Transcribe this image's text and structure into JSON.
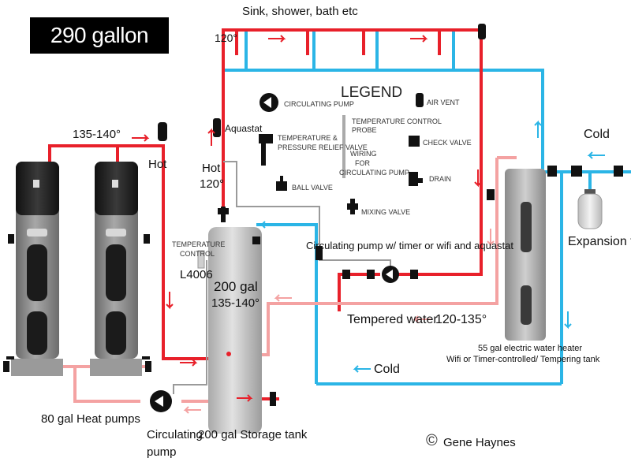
{
  "title": "290 gallon system",
  "labels": {
    "fixtures": "Sink, shower, bath etc",
    "temp_120_top": "120°",
    "temp_hp_out": "135-140°",
    "hot_hp": "Hot",
    "aquastat": "Aquastat",
    "hot_120_left": "Hot",
    "hot_120_val": "120°",
    "cold_right": "Cold",
    "expansion_tank": "Expansion tank",
    "temp_control_1": "TEMPERATURE",
    "temp_control_2": "CONTROL",
    "l4006": "L4006",
    "storage_gal": "200 gal",
    "storage_temp": "135-140°",
    "circ_pump_wifi": "Circulating pump w/ timer or wifi and aquastat",
    "tempered_water": "Tempered water",
    "tempered_temp": "120-135°",
    "cold_bottom": "Cold",
    "electric_heater_1": "55 gal electric water heater",
    "electric_heater_2": "Wifi or Timer-controlled/ Tempering tank",
    "heat_pumps": "80 gal Heat pumps",
    "circ_pump_1": "Circulating",
    "circ_pump_2": "pump",
    "storage_tank": "200 gal Storage tank",
    "copyright": "©",
    "author": "Gene Haynes"
  },
  "legend": {
    "title": "LEGEND",
    "items": {
      "circulating_pump": "CIRCULATING PUMP",
      "trv_1": "TEMPERATURE &",
      "trv_2": "PRESSURE RELIEF VALVE",
      "ball_valve": "BALL VALVE",
      "mixing_valve": "MIXING VALVE",
      "probe_1": "TEMPERATURE CONTROL",
      "probe_2": "PROBE",
      "wiring_1": "WIRING",
      "wiring_2": "FOR",
      "wiring_3": "CIRCULATING PUMP",
      "air_vent": "AIR VENT",
      "check_valve": "CHECK VALVE",
      "drain": "DRAIN"
    }
  },
  "colors": {
    "hot": "#e8202a",
    "cold": "#2bb5e6",
    "tempered": "#f4a2a2",
    "tank_body": "#c9c9c9",
    "heat_pump_top": "#1b1b1b",
    "heat_pump_body": "#8a8a8a",
    "valve": "#1a1a1a",
    "wiring": "#9a9a9a"
  },
  "icons": [
    "circulating-pump-icon",
    "temperature-relief-valve-icon",
    "ball-valve-icon",
    "mixing-valve-icon",
    "temperature-probe-icon",
    "air-vent-icon",
    "check-valve-icon",
    "drain-icon",
    "expansion-tank-icon",
    "flow-arrow-icon"
  ]
}
